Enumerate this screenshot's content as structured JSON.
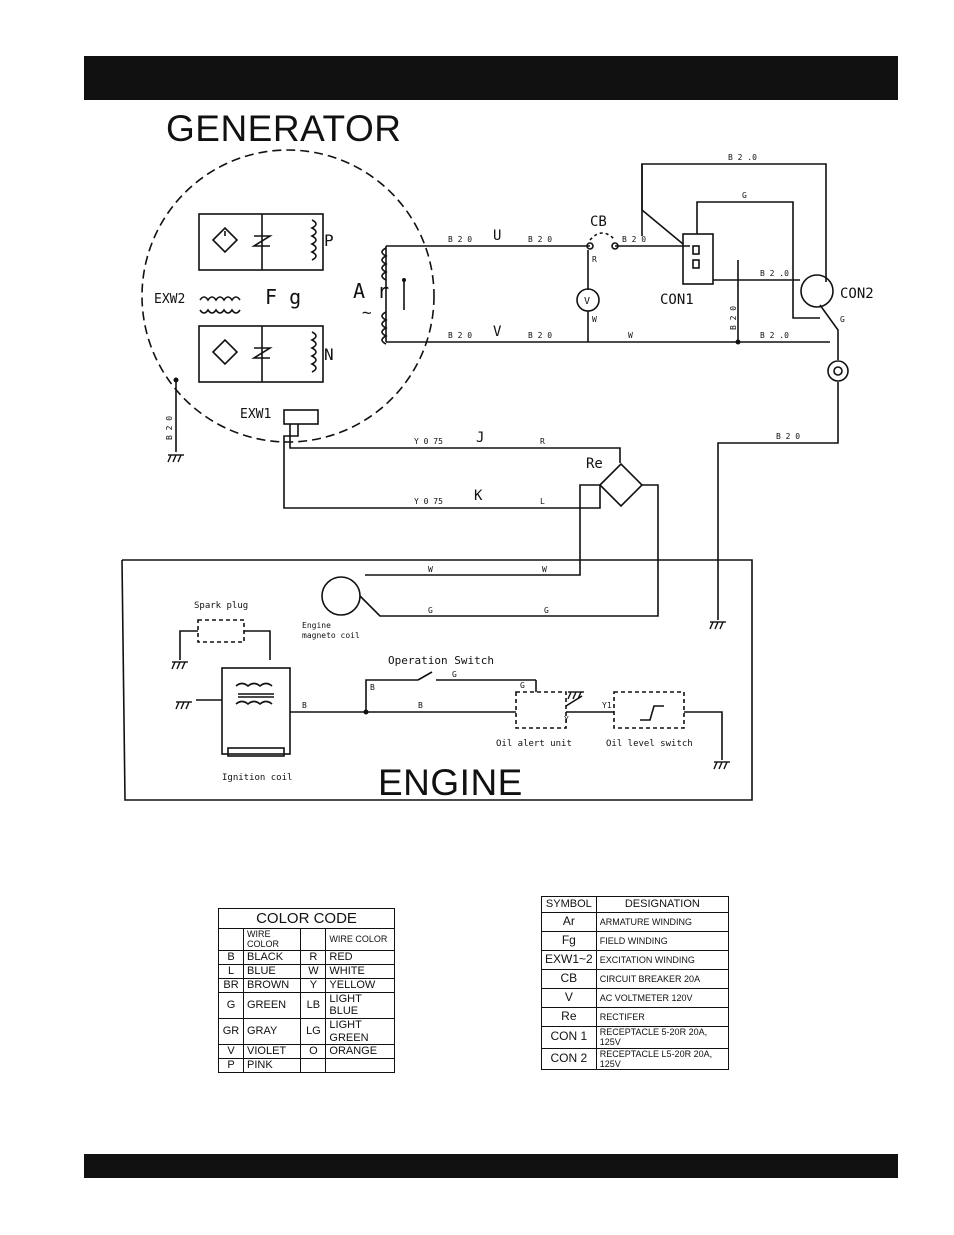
{
  "titles": {
    "generator": "GENERATOR",
    "engine": "ENGINE"
  },
  "diagram_labels": {
    "p": "P",
    "fg": "F g",
    "n": "N",
    "ar": "A r",
    "ar_sym": "~",
    "exw2": "EXW2",
    "exw1": "EXW1",
    "u": "U",
    "v": "V",
    "j": "J",
    "k": "K",
    "cb": "CB",
    "con1": "CON1",
    "con2": "CON2",
    "re": "Re",
    "vm": "V",
    "spark_plug": "Spark plug",
    "magneto_1": "Engine",
    "magneto_2": "magneto coil",
    "op_switch": "Operation Switch",
    "oil_alert": "Oil alert unit",
    "oil_level": "Oil level switch",
    "ign_coil": "Ignition coil"
  },
  "wire_labels": {
    "b20": "B 2 0",
    "b2o": "B 2 0",
    "b20_right": "B 2 .0",
    "b2_0": "B 2 .0",
    "g": "G",
    "w": "W",
    "y075": "Y 0 75",
    "r": "R",
    "l": "L",
    "b": "B",
    "y": "Y",
    "y1": "Y1",
    "b20_ground": "B 2 0",
    "b20_drop": "B 2 0",
    "b20_top": "B 2 .0",
    "rw": "R",
    "ww": "W"
  },
  "color_code": {
    "title": "COLOR CODE",
    "col_header": "WIRE COLOR",
    "rows": [
      [
        "B",
        "BLACK",
        "R",
        "RED"
      ],
      [
        "L",
        "BLUE",
        "W",
        "WHITE"
      ],
      [
        "BR",
        "BROWN",
        "Y",
        "YELLOW"
      ],
      [
        "G",
        "GREEN",
        "LB",
        "LIGHT BLUE"
      ],
      [
        "GR",
        "GRAY",
        "LG",
        "LIGHT GREEN"
      ],
      [
        "V",
        "VIOLET",
        "O",
        "ORANGE"
      ],
      [
        "P",
        "PINK",
        "",
        ""
      ]
    ]
  },
  "symbols": {
    "headers": [
      "SYMBOL",
      "DESIGNATION"
    ],
    "rows": [
      [
        "Ar",
        "ARMATURE WINDING"
      ],
      [
        "Fg",
        "FIELD WINDING"
      ],
      [
        "EXW1~2",
        "EXCITATION WINDING"
      ],
      [
        "CB",
        "CIRCUIT BREAKER  20A"
      ],
      [
        "V",
        "AC VOLTMETER  120V"
      ],
      [
        "Re",
        "RECTIFER"
      ],
      [
        "CON 1",
        "RECEPTACLE  5-20R  20A, 125V"
      ],
      [
        "CON 2",
        "RECEPTACLE  L5-20R  20A, 125V"
      ]
    ]
  }
}
